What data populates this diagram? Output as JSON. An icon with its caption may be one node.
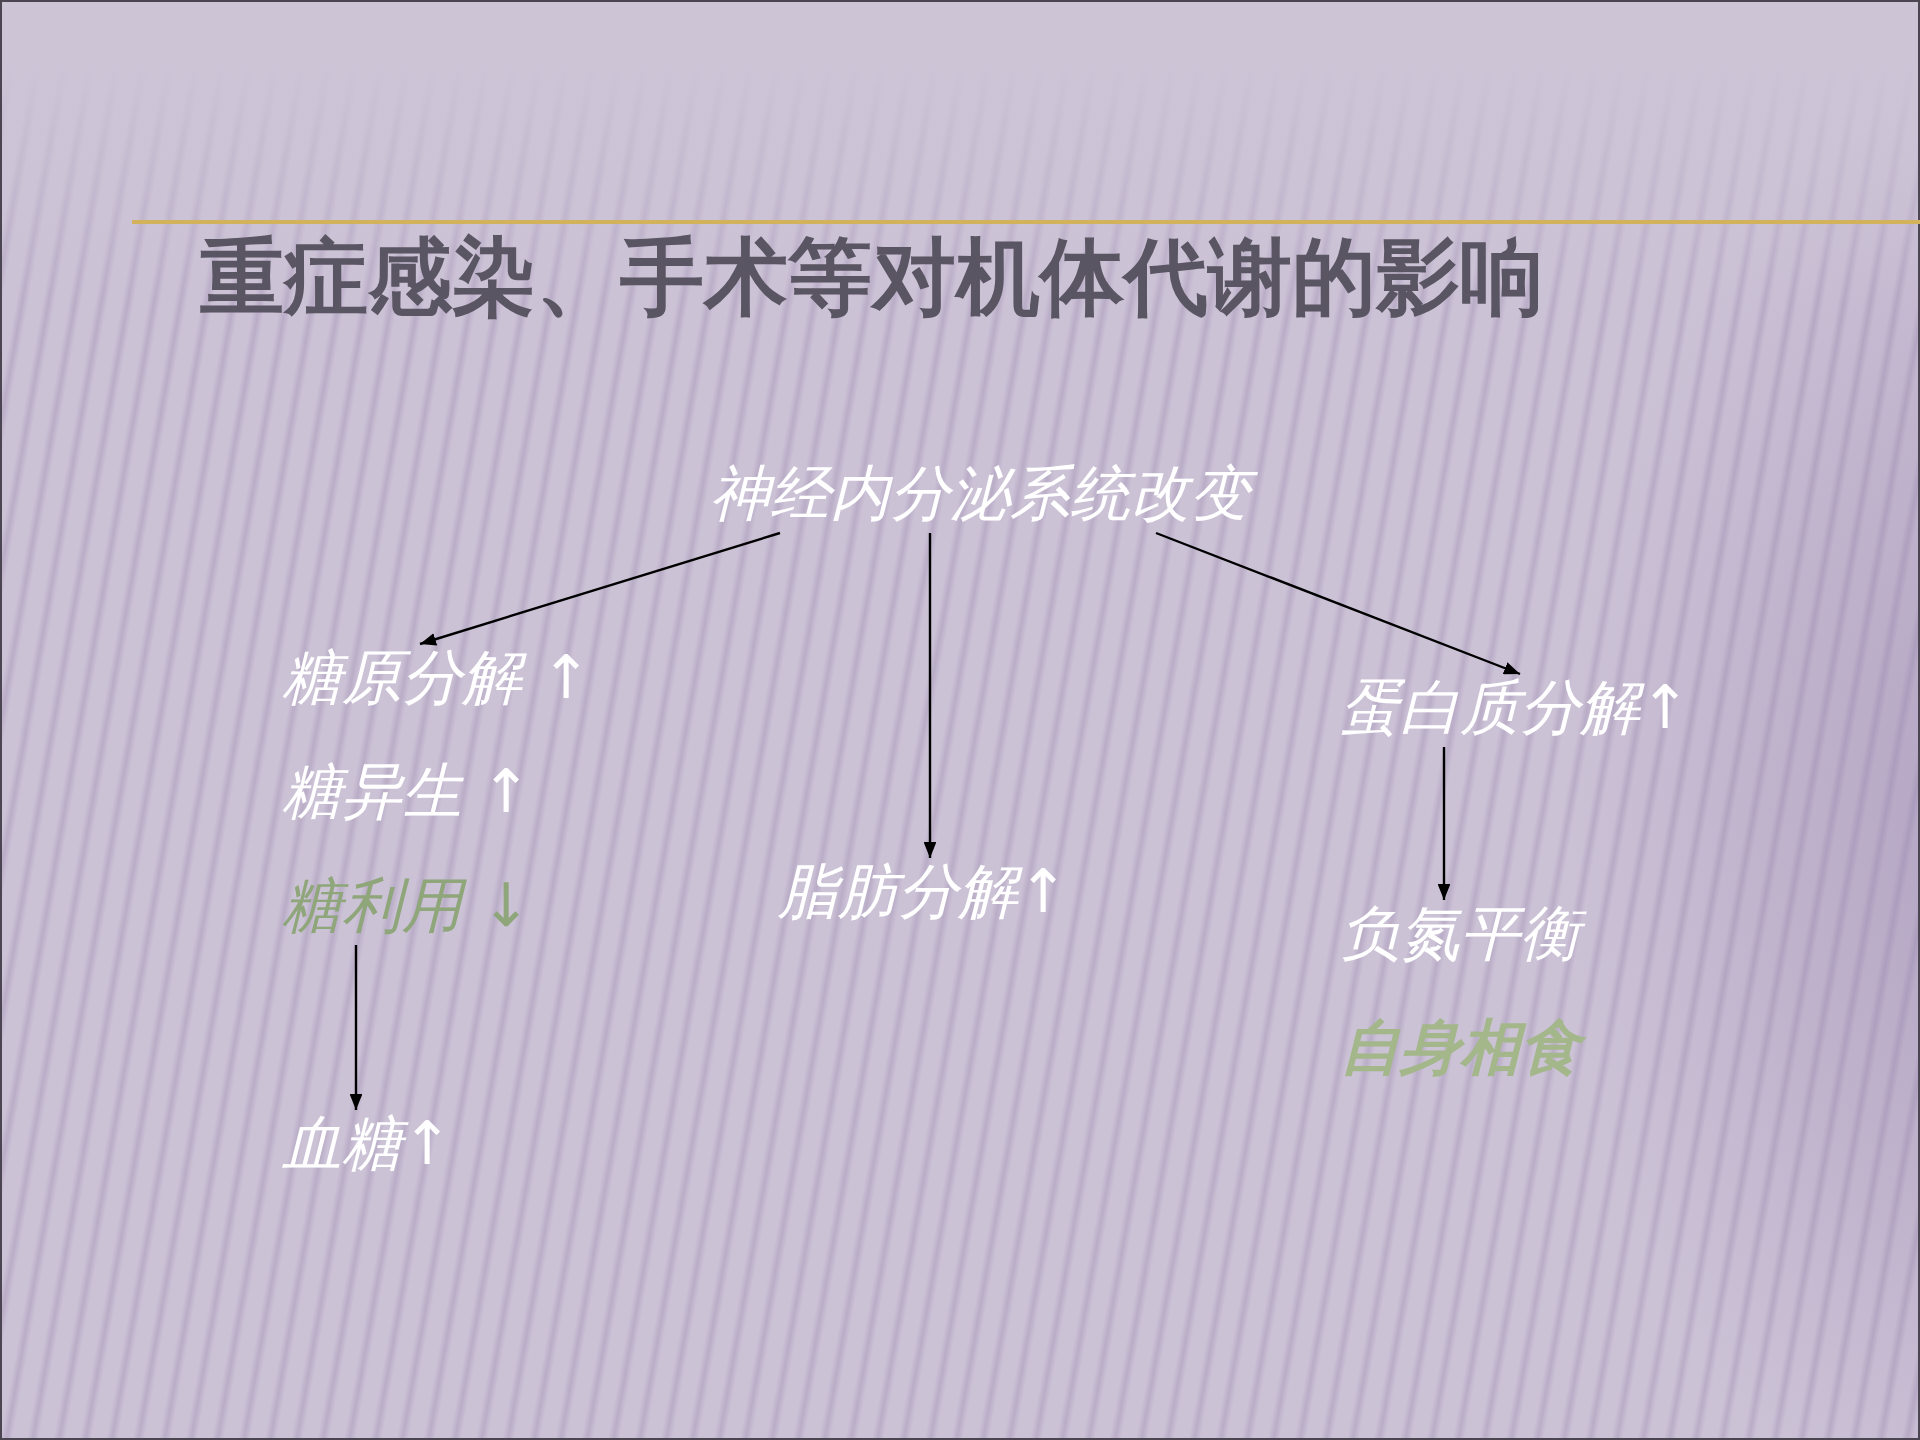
{
  "diagram": {
    "title": "重症感染、手术等对机体代谢的影响",
    "nodes": [
      {
        "text": [
          "神经内分泌系统改变"
        ]
      },
      {
        "text": [
          "糖原分解 ↑"
        ]
      },
      {
        "text": [
          "糖利用 ↓"
        ]
      },
      {
        "text": [
          "血糖↑"
        ]
      },
      {
        "text": [
          "脂肪分解↑"
        ]
      },
      {
        "text": [
          "蛋白质分解↑"
        ]
      },
      {
        "text": [
          "负氮平衡"
        ]
      }
    ],
    "edges": [
      {
        "from": 0,
        "to": 1,
        "arrow": "to"
      },
      {
        "from": 0,
        "to": 4,
        "arrow": "to"
      },
      {
        "from": 0,
        "to": 5,
        "arrow": "to"
      },
      {
        "from": 2,
        "to": 3,
        "arrow": "to"
      },
      {
        "from": 5,
        "to": 6,
        "arrow": "to"
      }
    ],
    "labels": [
      "糖异生 ↑",
      "自身相食"
    ]
  }
}
